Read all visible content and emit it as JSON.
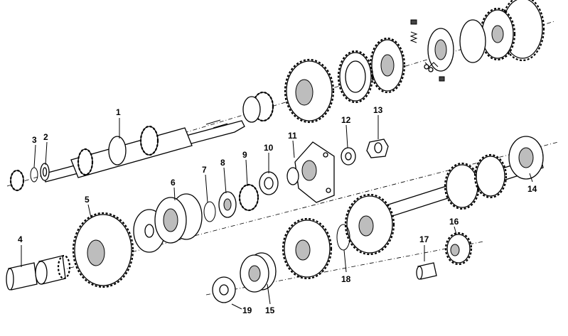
{
  "diagram": {
    "callouts": [
      {
        "id": "c1",
        "text": "1"
      },
      {
        "id": "c2",
        "text": "2"
      },
      {
        "id": "c3",
        "text": "3"
      },
      {
        "id": "c4",
        "text": "4"
      },
      {
        "id": "c5",
        "text": "5"
      },
      {
        "id": "c6",
        "text": "6"
      },
      {
        "id": "c7",
        "text": "7"
      },
      {
        "id": "c8",
        "text": "8"
      },
      {
        "id": "c9",
        "text": "9"
      },
      {
        "id": "c10",
        "text": "10"
      },
      {
        "id": "c11",
        "text": "11"
      },
      {
        "id": "c12",
        "text": "12"
      },
      {
        "id": "c13",
        "text": "13"
      },
      {
        "id": "c14",
        "text": "14"
      },
      {
        "id": "c15",
        "text": "15"
      },
      {
        "id": "c16",
        "text": "16"
      },
      {
        "id": "c17",
        "text": "17"
      },
      {
        "id": "c18",
        "text": "18"
      },
      {
        "id": "c19",
        "text": "19"
      }
    ]
  }
}
